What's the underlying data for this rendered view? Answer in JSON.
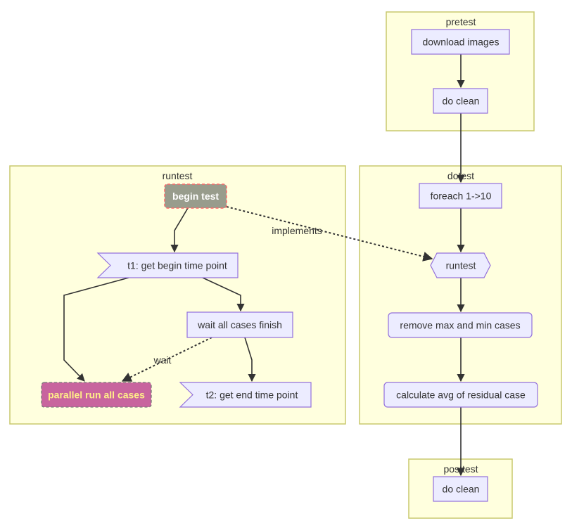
{
  "clusters": {
    "pretest": "pretest",
    "dotest": "dotest",
    "runtest": "runtest",
    "posttest": "posttest"
  },
  "nodes": {
    "download_images": "download images",
    "pre_do_clean": "do clean",
    "foreach": "foreach 1->10",
    "runtest": "runtest",
    "remove": "remove max and min cases",
    "calculate": "calculate avg of residual case",
    "post_do_clean": "do clean",
    "begin_test": "begin test",
    "t1": "t1: get begin time point",
    "wait_all": "wait all cases finish",
    "parallel": "parallel run all cases",
    "t2": "t2: get end time point"
  },
  "edge_labels": {
    "implements": "implements",
    "wait": "wait"
  },
  "colors": {
    "cluster_fill": "#ffffde",
    "node_fill": "#ececff",
    "node_stroke": "#9370db",
    "begin_fill": "#989c8c",
    "begin_stroke": "#ff6666",
    "parallel_fill": "#c8649e",
    "parallel_text": "#ffee88"
  }
}
